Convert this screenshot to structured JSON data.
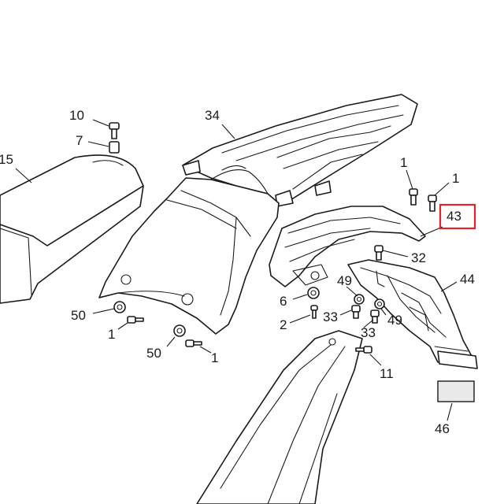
{
  "diagram": {
    "callouts": {
      "c10": "10",
      "c7": "7",
      "c15": "15",
      "c34": "34",
      "c1a": "1",
      "c1b": "1",
      "c43": "43",
      "c32": "32",
      "c44": "44",
      "c49a": "49",
      "c6": "6",
      "c2": "2",
      "c33a": "33",
      "c33b": "33",
      "c49b": "49",
      "c50a": "50",
      "c1c": "1",
      "c50b": "50",
      "c1d": "1",
      "c11": "11",
      "c46": "46"
    },
    "highlighted_callout": "43",
    "highlight_color": "#e0242a"
  }
}
